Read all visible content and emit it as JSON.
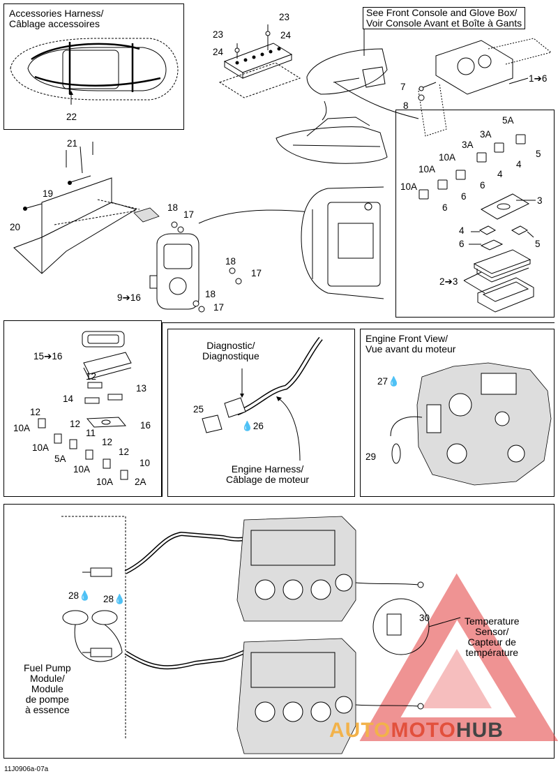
{
  "panels": {
    "accessories": {
      "title": "Accessories Harness/\nCâblage accessoires"
    },
    "console": {
      "title": "See Front Console and Glove Box/\nVoir Console Avant et Boîte à Gants"
    },
    "diagnostic": {
      "title": "Diagnostic/\nDiagnostique",
      "harness": "Engine Harness/\nCâblage de moteur"
    },
    "engine_front": {
      "title": "Engine Front View/\nVue avant du moteur"
    },
    "fuel": {
      "fuel_pump": "Fuel Pump\nModule/\nModule\nde pompe\nà essence",
      "temp_sensor": "Temperature\nSensor/\nCapteur de\ntempérature"
    }
  },
  "callouts": {
    "c22": "22",
    "c23a": "23",
    "c23b": "23",
    "c24a": "24",
    "c24b": "24",
    "c1to6": "1➔6",
    "c7": "7",
    "c8": "8",
    "c5A": "5A",
    "c3A": "3A",
    "c3Ab": "3A",
    "c10A1": "10A",
    "c10A2": "10A",
    "c10A3": "10A",
    "c5a": "5",
    "c4a": "4",
    "c4b": "4",
    "c6a": "6",
    "c6b": "6",
    "c3": "3",
    "c4c": "4",
    "c5b": "5",
    "c6c": "6",
    "c2to3": "2➔3",
    "c21": "21",
    "c19": "19",
    "c20": "20",
    "c18a": "18",
    "c17a": "17",
    "c18b": "18",
    "c17b": "17",
    "c18c": "18",
    "c17c": "17",
    "c9to16": "9➔16",
    "c15to16": "15➔16",
    "c12a": "12",
    "c13": "13",
    "c14": "14",
    "c12b": "12",
    "c16": "16",
    "c10Aa": "10A",
    "c12c": "12",
    "c11": "11",
    "c10Ab": "10A",
    "c12d": "12",
    "c5Ab": "5A",
    "c12e": "12",
    "c10Ac": "10A",
    "c10": "10",
    "c10Ad": "10A",
    "c2A": "2A",
    "c25": "25",
    "c26": "26",
    "c27": "27",
    "c29": "29",
    "c28a": "28",
    "c28b": "28",
    "c30": "30"
  },
  "watermark": {
    "auto": "AUTO",
    "moto": "MOTO",
    "hub": "HUB"
  },
  "figure_code": "11J0906a-07a"
}
